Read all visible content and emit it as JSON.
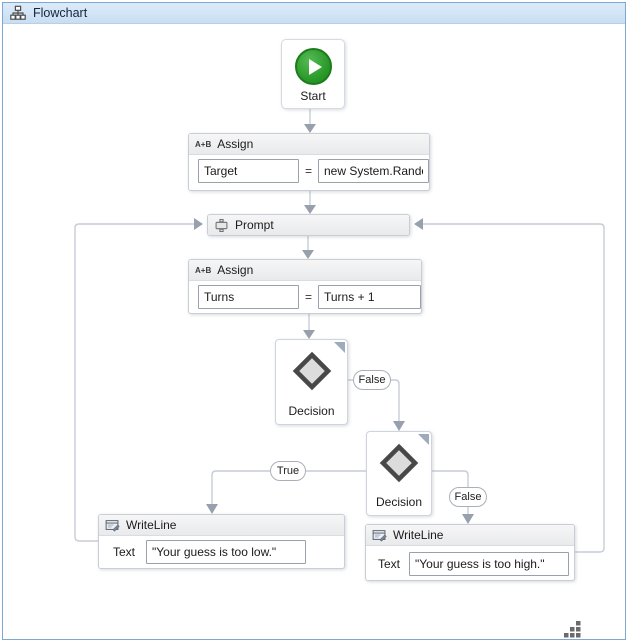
{
  "window": {
    "title": "Flowchart"
  },
  "canvas": {
    "start": {
      "label": "Start"
    },
    "assign_target": {
      "icon_label": "A+B",
      "title": "Assign",
      "to_value": "Target",
      "equals": "=",
      "value": "new System.Random"
    },
    "prompt": {
      "title": "Prompt"
    },
    "assign_turns": {
      "icon_label": "A+B",
      "title": "Assign",
      "to_value": "Turns",
      "equals": "=",
      "value": "Turns + 1"
    },
    "decision_1": {
      "label": "Decision",
      "branch_false": "False"
    },
    "decision_2": {
      "label": "Decision",
      "branch_true": "True",
      "branch_false": "False"
    },
    "writeline_low": {
      "title": "WriteLine",
      "text_label": "Text",
      "value": "\"Your guess is too low.\""
    },
    "writeline_high": {
      "title": "WriteLine",
      "text_label": "Text",
      "value": "\"Your guess is too high.\""
    }
  },
  "colors": {
    "panel_border": "#7fa8d0",
    "titlebar_bg": "#d3e3f4",
    "start_green": "#2b9b2b",
    "connector": "#c7ccd7",
    "arrow": "#98a0ad",
    "header_bg": "#f1f1f2"
  }
}
